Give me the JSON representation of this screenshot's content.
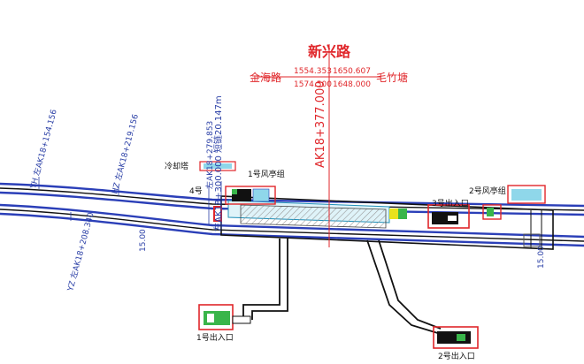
{
  "station": {
    "name": "新兴路",
    "left_road": "金海路",
    "right_road": "毛竹塘",
    "chain_top_left": "1554.353",
    "chain_top_right": "1650.607",
    "chain_bottom_left": "1574.500",
    "chain_bottom_right": "1648.000",
    "center_mileage": "AK18+377.000"
  },
  "alignment_labels": {
    "yh": "YH 左AK18+154.156",
    "hz": "HZ 左AK18+219.156",
    "yz": "YZ 左AK18+208.340",
    "left_mid": "左AK18+279.853",
    "left_short_chain": "左AK18+300.000 短链20.147m",
    "dim_left": "15.00",
    "dim_right": "15.00"
  },
  "facilities": {
    "cooling_tower": "冷却塔",
    "wind_pavilion_1": "1号风亭组",
    "wind_pavilion_2": "2号风亭组",
    "wind_pavilion_4": "4号",
    "exit_1": "1号出入口",
    "exit_2": "2号出入口",
    "exit_3": "3号出入口"
  },
  "colors": {
    "accent_red": "#e0262a",
    "label_blue": "#2a3fa6",
    "track_blue": "#2b3fb8",
    "platform_cyan": "#8fd7ea",
    "marker_green": "#39b54a",
    "marker_yellow": "#e7e21c"
  }
}
